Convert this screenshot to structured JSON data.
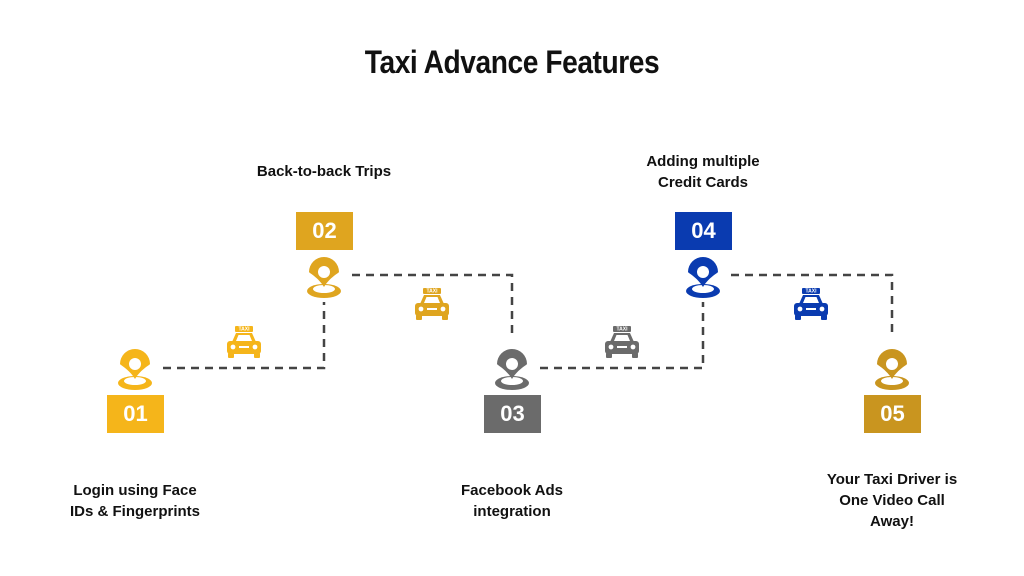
{
  "title": "Taxi Advance Features",
  "colors": {
    "yellow": "#f5b51a",
    "gold": "#dfa51f",
    "gray": "#6b6b6b",
    "blue": "#0a3bb0",
    "darkgold": "#c9951f",
    "connector": "#444444"
  },
  "steps": [
    {
      "number": "01",
      "label": "Login using Face\nIDs & Fingerprints",
      "color": "#f5b51a",
      "icon": "location-pin-icon"
    },
    {
      "number": "02",
      "label": "Back-to-back Trips",
      "color": "#dfa51f",
      "icon": "location-pin-icon"
    },
    {
      "number": "03",
      "label": "Facebook Ads\nintegration",
      "color": "#6b6b6b",
      "icon": "location-pin-icon"
    },
    {
      "number": "04",
      "label": "Adding multiple\nCredit Cards",
      "color": "#0a3bb0",
      "icon": "location-pin-icon"
    },
    {
      "number": "05",
      "label": "Your Taxi Driver is\nOne Video Call\nAway!",
      "color": "#c9951f",
      "icon": "location-pin-icon"
    }
  ],
  "taxis": [
    {
      "sign": "TAXI",
      "color": "#f5b51a",
      "icon": "taxi-icon"
    },
    {
      "sign": "TAXI",
      "color": "#dfa51f",
      "icon": "taxi-icon"
    },
    {
      "sign": "TAXI",
      "color": "#6b6b6b",
      "icon": "taxi-icon"
    },
    {
      "sign": "TAXI",
      "color": "#0a3bb0",
      "icon": "taxi-icon"
    }
  ]
}
